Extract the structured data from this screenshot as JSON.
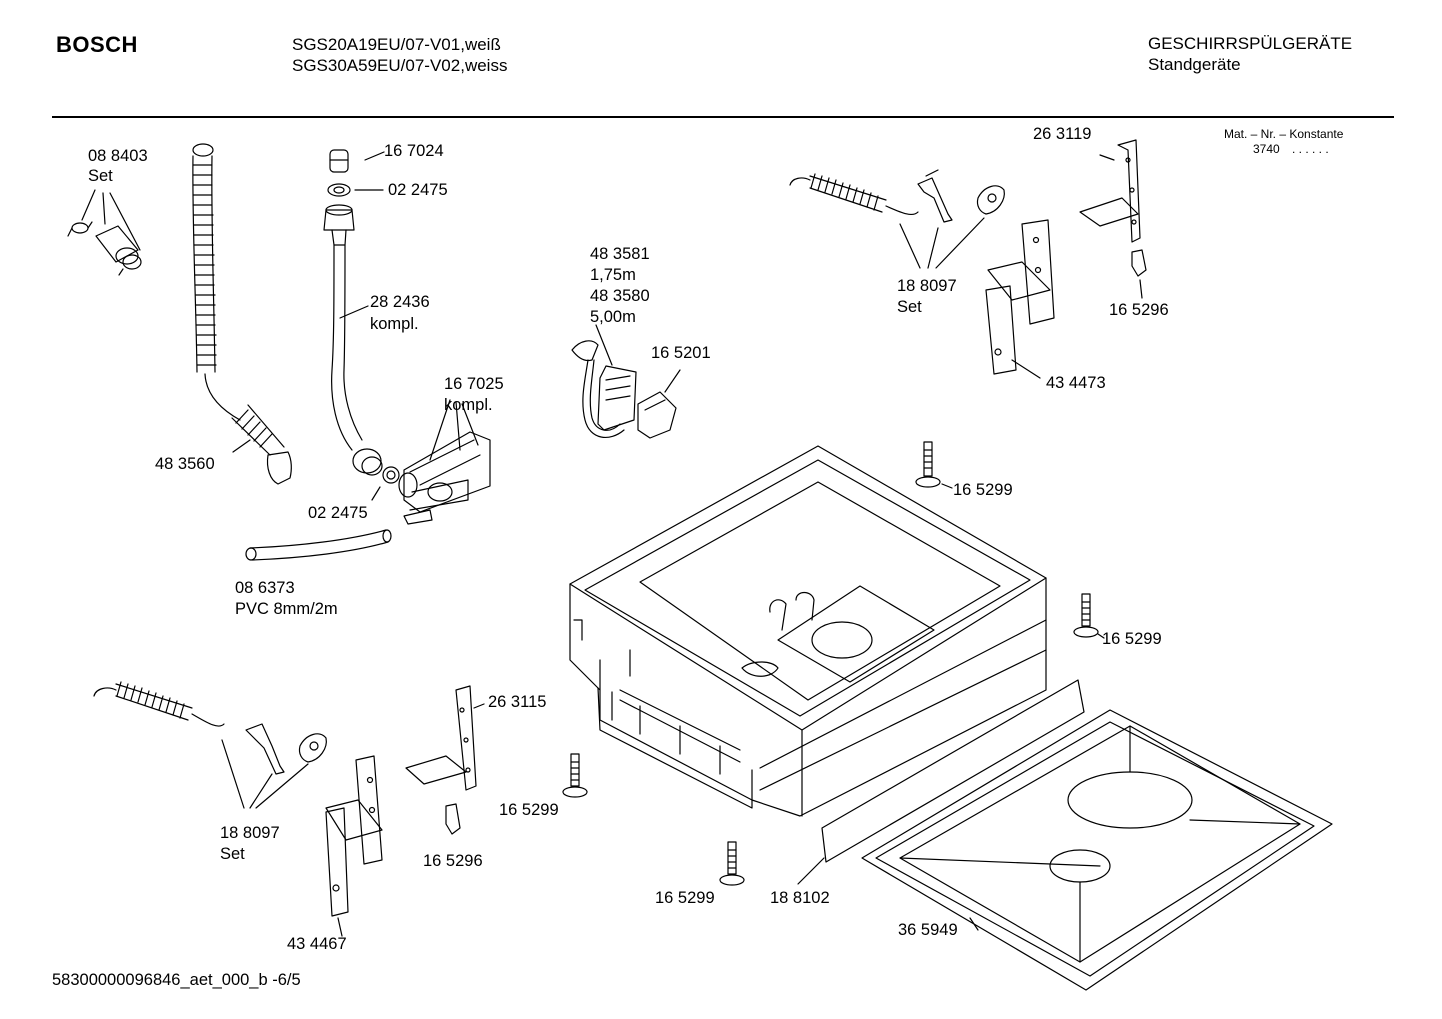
{
  "header": {
    "brand": "BOSCH",
    "model_line_1": "SGS20A19EU/07-V01,weiß",
    "model_line_2": "SGS30A59EU/07-V02,weiss",
    "category": "GESCHIRRSPÜLGERÄTE",
    "subcategory": "Standgeräte"
  },
  "mat_box": {
    "title": "Mat. – Nr. – Konstante",
    "value": "3740",
    "dots": ". . . . . ."
  },
  "parts": {
    "p088403": "08 8403",
    "p088403_set": "Set",
    "p167024": "16 7024",
    "p022475_top": "02 2475",
    "p282436": "28 2436",
    "p282436_kompl": "kompl.",
    "p483581": "48 3581",
    "p483581_len": "1,75m",
    "p483580": "48 3580",
    "p483580_len": "5,00m",
    "p165201": "16 5201",
    "p167025": "16 7025",
    "p167025_kompl": "kompl.",
    "p483560": "48 3560",
    "p022475_bottom": "02 2475",
    "p086373": "08 6373",
    "p086373_desc": "PVC 8mm/2m",
    "p263119": "26 3119",
    "p188097_top": "18 8097",
    "p188097_top_set": "Set",
    "p165296_top": "16 5296",
    "p434473": "43 4473",
    "p165299_a": "16 5299",
    "p165299_b": "16 5299",
    "p165299_c": "16 5299",
    "p165299_d": "16 5299",
    "p263115": "26 3115",
    "p188097_bottom": "18 8097",
    "p188097_bottom_set": "Set",
    "p165296_bottom": "16 5296",
    "p434467": "43 4467",
    "p188102": "18 8102",
    "p365949": "36 5949"
  },
  "footer": {
    "doc_id": "58300000096846_aet_000_b -6/5"
  }
}
